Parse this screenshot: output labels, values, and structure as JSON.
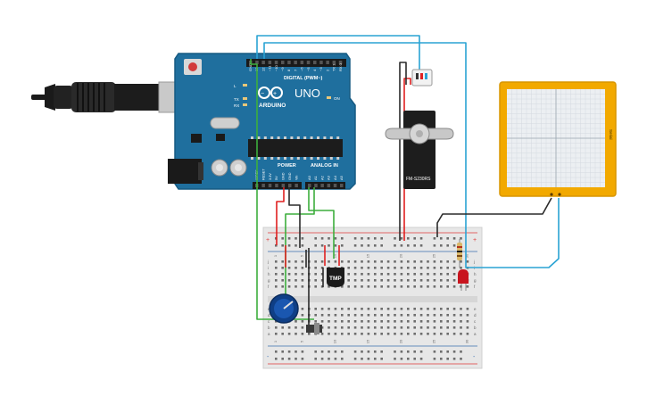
{
  "arduino": {
    "brand": "UNO",
    "logo_text": "ARDUINO",
    "header_digital": "DIGITAL (PWM~)",
    "header_power": "POWER",
    "header_analog": "ANALOG IN",
    "label_on": "ON",
    "label_tx": "TX",
    "label_rx": "RX",
    "label_l": "L",
    "digital_pins": [
      "GND",
      "13",
      "12",
      "~11",
      "~10",
      "~9",
      "8",
      "7",
      "~6",
      "~5",
      "4",
      "~3",
      "2",
      "TX 1",
      "RX 0"
    ],
    "power_pins": [
      "IOREF",
      "RESET",
      "3.3V",
      "5V",
      "GND",
      "GND",
      "Vin"
    ],
    "analog_pins": [
      "A0",
      "A1",
      "A2",
      "A3",
      "A4",
      "A5"
    ]
  },
  "servo": {
    "model": "FM-S230RS"
  },
  "tmp_sensor": {
    "label": "TMP"
  },
  "plotter": {
    "side_label": "Serial"
  },
  "breadboard": {
    "plus_sign": "+",
    "minus_sign": "-",
    "row_letters_top": [
      "j",
      "i",
      "h",
      "g",
      "f"
    ],
    "row_letters_bottom": [
      "e",
      "d",
      "c",
      "b",
      "a"
    ],
    "column_numbers": [
      "1",
      "5",
      "10",
      "15",
      "20",
      "25",
      "30"
    ]
  },
  "colors": {
    "board_blue": "#1f6f9e",
    "breadboard": "#e7e7e7",
    "wire_red": "#e02020",
    "wire_black": "#2b2b2b",
    "wire_green": "#3dae3d",
    "wire_blue": "#2aa3d4",
    "plotter_frame": "#f2a900"
  }
}
